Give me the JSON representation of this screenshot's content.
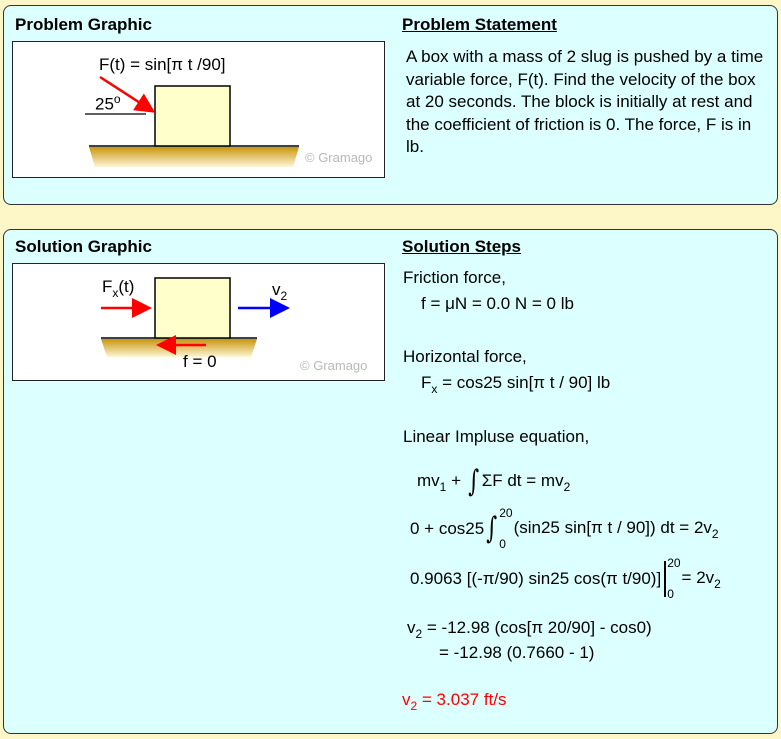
{
  "problem": {
    "graphic_title": "Problem Graphic",
    "statement_title": "Problem Statement",
    "watermark": "© Gramago",
    "force_label": "F(t) = sin[π t /90]",
    "angle_label": "25",
    "angle_unit": "o",
    "statement": "A box with a mass of 2 slug is pushed by a time variable force, F(t).  Find the velocity of the box at 20 seconds. The block is initially at rest and the coefficient of friction is 0. The force, F is in lb."
  },
  "solution": {
    "graphic_title": "Solution Graphic",
    "steps_title": "Solution Steps",
    "watermark": "© Gramago",
    "fx_label": "F",
    "fx_sub": "x",
    "fx_suffix": "(t)",
    "v2_label": "v",
    "v2_sub": "2",
    "friction_label": "f = 0",
    "steps": {
      "friction_heading": "Friction force,",
      "friction_eq": "f = μN = 0.0 N = 0 lb",
      "horizontal_heading": "Horizontal force,",
      "horizontal_eq_f": "F",
      "horizontal_eq_sub": "x",
      "horizontal_eq_rest": " = cos25 sin[π t / 90] lb",
      "impulse_heading": "Linear Impluse equation,",
      "eq1_a": "mv",
      "eq1_a_sub": "1",
      "eq1_b": " + ",
      "eq1_c": "ΣF dt = mv",
      "eq1_c_sub": "2",
      "eq2_a": "0 + cos25",
      "eq2_upper": "20",
      "eq2_lower": "0",
      "eq2_b": "(sin25 sin[π t / 90]) dt = 2v",
      "eq2_b_sub": "2",
      "eq3_a": "0.9063 [(-π/90) sin25 cos(π t/90)]",
      "eq3_upper": "20",
      "eq3_lower": "0",
      "eq3_b": "= 2v",
      "eq3_b_sub": "2",
      "eq4_a": "v",
      "eq4_a_sub": "2",
      "eq4_b": " = -12.98 (cos[π 20/90] - cos0)",
      "eq5": "= -12.98 (0.7660 - 1)",
      "answer_v": "v",
      "answer_sub": "2",
      "answer_rest": " = 3.037 ft/s"
    }
  }
}
